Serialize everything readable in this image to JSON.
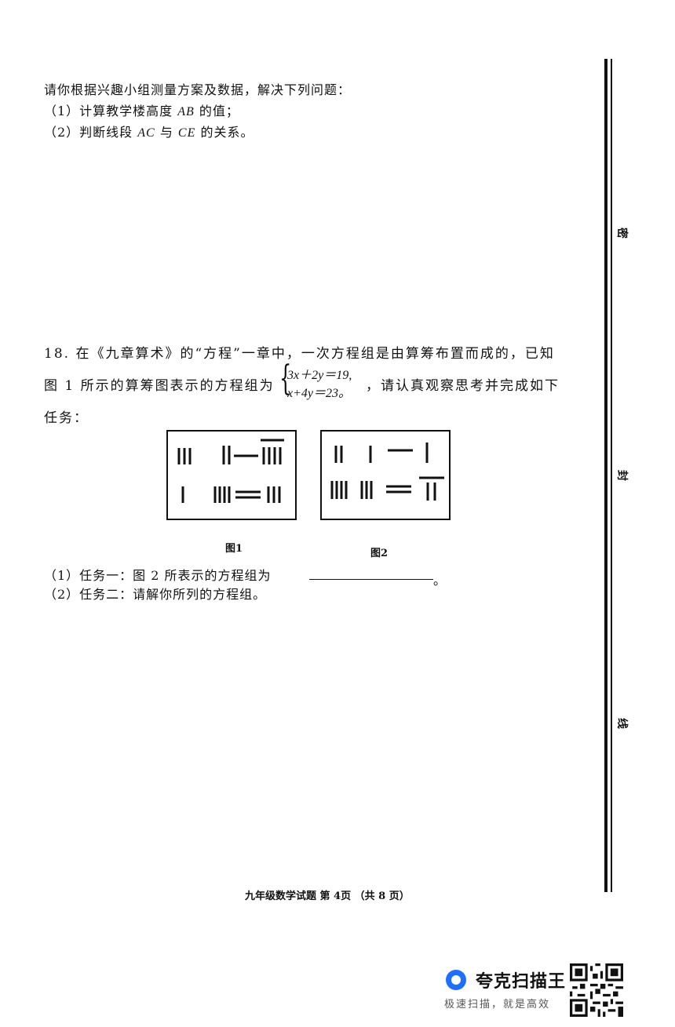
{
  "intro": "请你根据兴趣小组测量方案及数据，解决下列问题：",
  "q1": {
    "pre": "（1）计算教学楼高度 ",
    "var": "AB",
    "post": " 的值；"
  },
  "q2": {
    "pre": "（2）判断线段 ",
    "v1": "AC",
    "mid": " 与 ",
    "v2": "CE",
    "post": " 的关系。"
  },
  "q18": {
    "line1": "18. 在《九章算术》的“方程”一章中，一次方程组是由算筹布置而成的，已知",
    "line2_pre": "图 1 所示的算筹图表示的方程组为",
    "eq1": "3x＋2y＝19,",
    "eq2": "x+4y＝23。",
    "line2_post": "，请认真观察思考并完成如下",
    "line3": "任务："
  },
  "figures": {
    "fig1_caption": "图1",
    "fig2_caption": "图2"
  },
  "task1": "（1）任务一：图 2 所表示的方程组为",
  "task1_end": "。",
  "task2": "（2）任务二：请解你所列的方程组。",
  "footer": "九年级数学试题  第 4页 （共 8 页）",
  "seal_marks": [
    "密",
    "封",
    "线"
  ],
  "scanner": {
    "name": "夸克扫描王",
    "slogan": "极速扫描，就是高效",
    "brand_color": "#1e6fff"
  }
}
